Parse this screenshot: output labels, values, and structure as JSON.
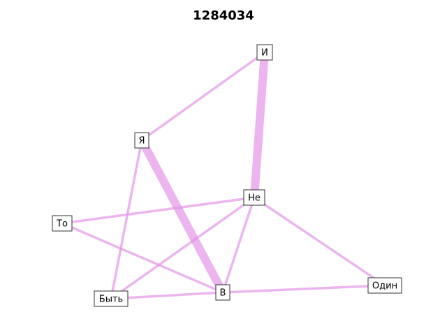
{
  "title": "1284034",
  "colors": {
    "edge": "#e28ee6",
    "node_border": "#333333",
    "node_fill": "#ffffff",
    "text": "#000000"
  },
  "nodes": [
    {
      "id": "I",
      "label": "И"
    },
    {
      "id": "Ya",
      "label": "Я"
    },
    {
      "id": "Ne",
      "label": "Не"
    },
    {
      "id": "To",
      "label": "То"
    },
    {
      "id": "V",
      "label": "В"
    },
    {
      "id": "Byt",
      "label": "Быть"
    },
    {
      "id": "Odin",
      "label": "Один"
    }
  ],
  "edges": [
    {
      "source": "I",
      "target": "Ya",
      "weight": 1
    },
    {
      "source": "I",
      "target": "Ne",
      "weight": 4
    },
    {
      "source": "Ya",
      "target": "V",
      "weight": 4
    },
    {
      "source": "Ya",
      "target": "Byt",
      "weight": 1
    },
    {
      "source": "Ne",
      "target": "To",
      "weight": 1
    },
    {
      "source": "Ne",
      "target": "Byt",
      "weight": 1
    },
    {
      "source": "Ne",
      "target": "V",
      "weight": 1
    },
    {
      "source": "Ne",
      "target": "Odin",
      "weight": 1
    },
    {
      "source": "To",
      "target": "V",
      "weight": 1
    },
    {
      "source": "Byt",
      "target": "V",
      "weight": 1
    },
    {
      "source": "V",
      "target": "Odin",
      "weight": 1
    }
  ]
}
